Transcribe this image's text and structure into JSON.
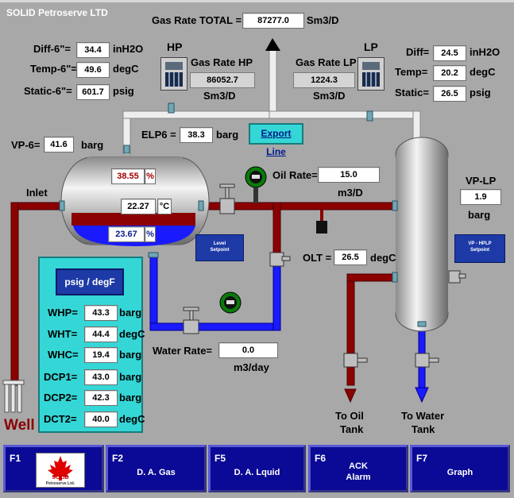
{
  "app": {
    "title": "SOLID Petroserve LTD"
  },
  "gas_total": {
    "label": "Gas Rate TOTAL =",
    "value": "87277.0",
    "unit": "Sm3/D"
  },
  "hp": {
    "title": "HP",
    "label": "Gas Rate HP",
    "value": "86052.7",
    "unit": "Sm3/D"
  },
  "lp": {
    "title": "LP",
    "label": "Gas Rate LP",
    "value": "1224.3",
    "unit": "Sm3/D"
  },
  "hp_meter": {
    "diff_label": "Diff-6\"=",
    "diff_value": "34.4",
    "diff_unit": "inH2O",
    "temp_label": "Temp-6\"=",
    "temp_value": "49.6",
    "temp_unit": "degC",
    "static_label": "Static-6\"=",
    "static_value": "601.7",
    "static_unit": "psig"
  },
  "lp_meter": {
    "diff_label": "Diff=",
    "diff_value": "24.5",
    "diff_unit": "inH2O",
    "temp_label": "Temp=",
    "temp_value": "20.2",
    "temp_unit": "degC",
    "static_label": "Static=",
    "static_value": "26.5",
    "static_unit": "psig"
  },
  "elp6": {
    "label": "ELP6 =",
    "value": "38.3",
    "unit": "barg"
  },
  "export_line": {
    "label": "Export Line"
  },
  "vp6": {
    "label": "VP-6=",
    "value": "41.6",
    "unit": "barg"
  },
  "separator": {
    "level_top": "38.55",
    "level_top_unit": "%",
    "temp": "22.27",
    "temp_unit": "°C",
    "level_bottom": "23.67",
    "level_bottom_unit": "%"
  },
  "inlet": {
    "label": "Inlet"
  },
  "oil_rate": {
    "label": "Oil Rate=",
    "value": "15.0",
    "unit": "m3/D"
  },
  "vp_lp": {
    "label": "VP-LP",
    "value": "1.9",
    "unit": "barg"
  },
  "level_setpoint": {
    "line1": "Level",
    "line2": "Setpoint"
  },
  "vp_hplp_setpoint": {
    "line1": "VP - HPLP",
    "line2": "Setpoint"
  },
  "olt": {
    "label": "OLT =",
    "value": "26.5",
    "unit": "degC"
  },
  "water_rate": {
    "label": "Water Rate=",
    "value": "0.0",
    "unit": "m3/day"
  },
  "well": {
    "label": "Well"
  },
  "oil_tank": {
    "line1": "To Oil",
    "line2": "Tank"
  },
  "water_tank": {
    "line1": "To Water",
    "line2": "Tank"
  },
  "psig_panel": {
    "button": "psig / degF",
    "rows": [
      {
        "label": "WHP=",
        "value": "43.3",
        "unit": "barg"
      },
      {
        "label": "WHT=",
        "value": "44.4",
        "unit": "degC"
      },
      {
        "label": "WHC=",
        "value": "19.4",
        "unit": "barg"
      },
      {
        "label": "DCP1=",
        "value": "43.0",
        "unit": "barg"
      },
      {
        "label": "DCP2=",
        "value": "42.3",
        "unit": "barg"
      },
      {
        "label": "DCT2=",
        "value": "40.0",
        "unit": "degC"
      }
    ]
  },
  "fkeys": [
    {
      "key": "F1",
      "label": ""
    },
    {
      "key": "F2",
      "label": "D. A. Gas"
    },
    {
      "key": "F5",
      "label": "D. A. Lquid"
    },
    {
      "key": "F6",
      "label": "ACK\nAlarm"
    },
    {
      "key": "F7",
      "label": "Graph"
    }
  ],
  "logo": {
    "text1": "SOLID",
    "text2": "Petroserve Ltd."
  },
  "colors": {
    "oil": "#8b0000",
    "water": "#1a1aff",
    "gas": "#e6e6e6",
    "panel": "#35d6d6",
    "button": "#1d3aa6"
  }
}
